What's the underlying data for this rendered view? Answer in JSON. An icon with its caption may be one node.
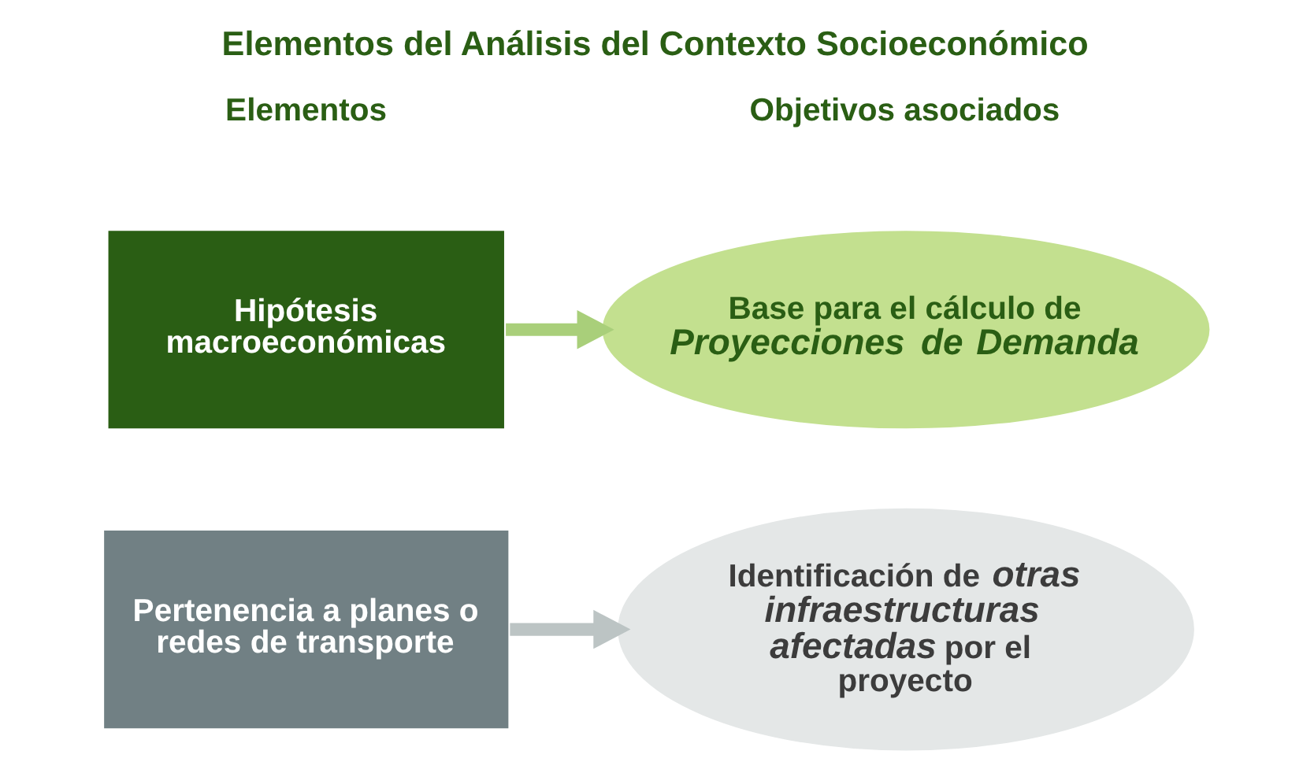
{
  "diagram": {
    "title": "Elementos del Análisis del Contexto Socioeconómico",
    "nodes": [
      {
        "text": [
          "Hipótesis macroeconómicas"
        ]
      },
      {
        "text": [
          "Base para el cálculo de *Proyecciones de Demanda*"
        ]
      },
      {
        "text": [
          "Pertenencia a planes o redes de transporte"
        ]
      },
      {
        "text": [
          "Identificación de *otras infraestructuras afectadas* por el proyecto"
        ]
      }
    ],
    "edges": [
      {
        "from": 0,
        "to": 1,
        "arrow": "to",
        "color": "#a9cf7a"
      },
      {
        "from": 2,
        "to": 3,
        "arrow": "to",
        "color": "#bcc4c4"
      }
    ],
    "labels": [
      "Elementos",
      "Objetivos asociados"
    ]
  }
}
